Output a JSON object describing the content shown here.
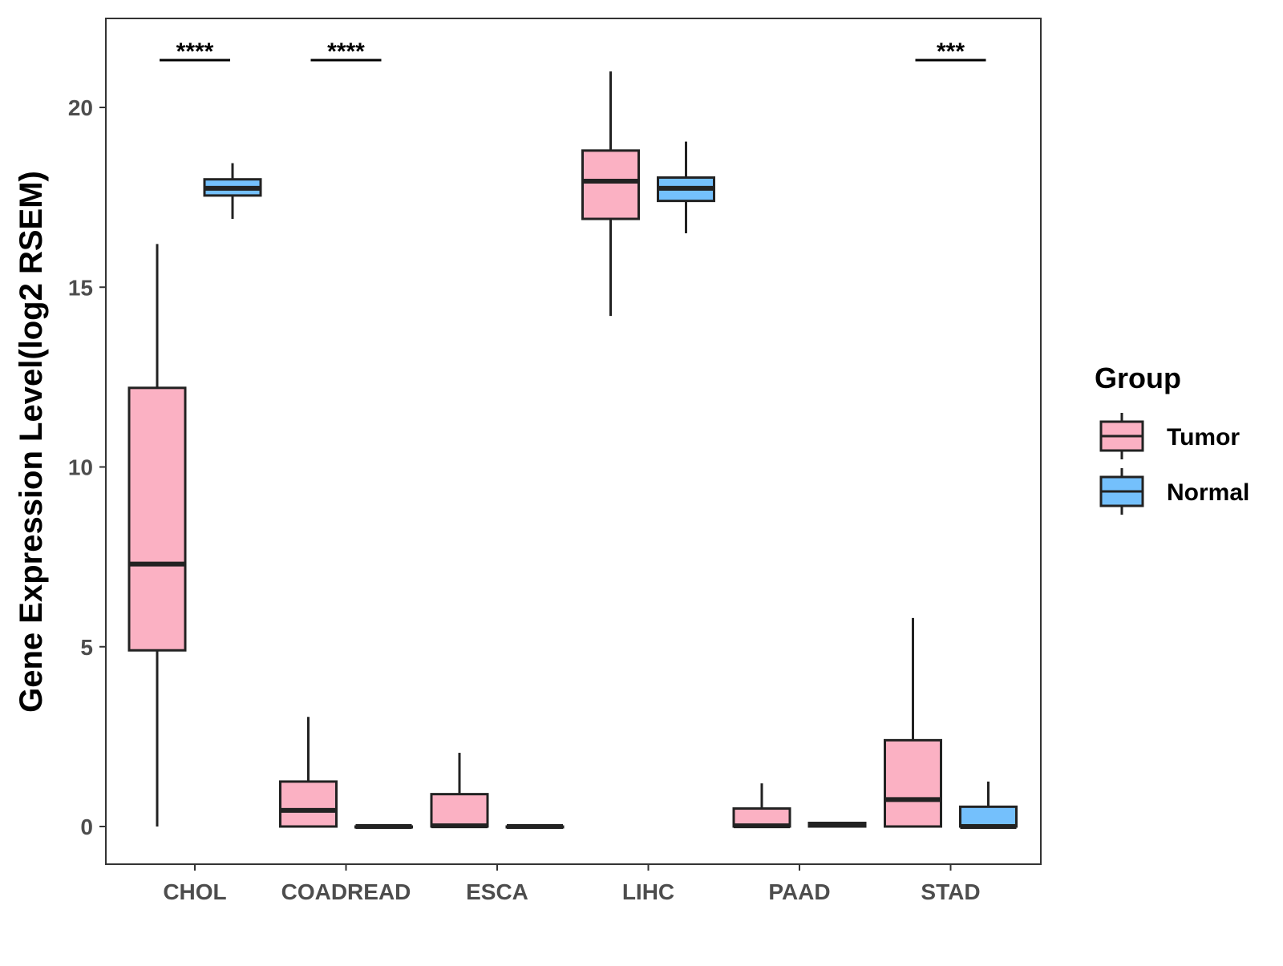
{
  "chart_data": {
    "type": "boxplot",
    "title": "",
    "xlabel": "",
    "ylabel": "Gene Expression Level(log2 RSEM)",
    "ylim": [
      -1,
      22
    ],
    "yticks": [
      0,
      5,
      10,
      15,
      20
    ],
    "grid": false,
    "legend_title": "Group",
    "legend_placement": "right",
    "categories": [
      "CHOL",
      "COADREAD",
      "ESCA",
      "LIHC",
      "PAAD",
      "STAD"
    ],
    "series": [
      {
        "name": "Tumor",
        "color": "#FBB1C3",
        "boxes": [
          {
            "category": "CHOL",
            "min": 0.0,
            "q1": 4.9,
            "median": 7.3,
            "q3": 12.2,
            "max": 16.2
          },
          {
            "category": "COADREAD",
            "min": 0.0,
            "q1": 0.0,
            "median": 0.45,
            "q3": 1.25,
            "max": 3.05
          },
          {
            "category": "ESCA",
            "min": 0.0,
            "q1": 0.0,
            "median": 0.02,
            "q3": 0.9,
            "max": 2.05
          },
          {
            "category": "LIHC",
            "min": 14.2,
            "q1": 16.9,
            "median": 17.95,
            "q3": 18.8,
            "max": 21.0
          },
          {
            "category": "PAAD",
            "min": 0.0,
            "q1": 0.0,
            "median": 0.02,
            "q3": 0.5,
            "max": 1.2
          },
          {
            "category": "STAD",
            "min": 0.0,
            "q1": 0.0,
            "median": 0.75,
            "q3": 2.4,
            "max": 5.8
          }
        ]
      },
      {
        "name": "Normal",
        "color": "#74C0FC",
        "boxes": [
          {
            "category": "CHOL",
            "min": 16.9,
            "q1": 17.55,
            "median": 17.75,
            "q3": 18.0,
            "max": 18.45
          },
          {
            "category": "COADREAD",
            "min": 0.0,
            "q1": 0.0,
            "median": 0.0,
            "q3": 0.0,
            "max": 0.0
          },
          {
            "category": "ESCA",
            "min": 0.0,
            "q1": 0.0,
            "median": 0.0,
            "q3": 0.0,
            "max": 0.0
          },
          {
            "category": "LIHC",
            "min": 16.5,
            "q1": 17.4,
            "median": 17.75,
            "q3": 18.05,
            "max": 19.05
          },
          {
            "category": "PAAD",
            "min": 0.0,
            "q1": 0.0,
            "median": 0.05,
            "q3": 0.1,
            "max": 0.1
          },
          {
            "category": "STAD",
            "min": 0.0,
            "q1": 0.0,
            "median": 0.0,
            "q3": 0.55,
            "max": 1.25
          }
        ]
      }
    ],
    "significance": [
      {
        "category": "CHOL",
        "label": "****"
      },
      {
        "category": "COADREAD",
        "label": "****"
      },
      {
        "category": "STAD",
        "label": "***"
      }
    ]
  }
}
